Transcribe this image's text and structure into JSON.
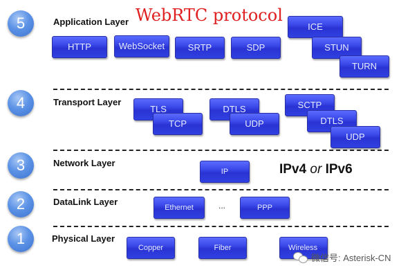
{
  "title": "WebRTC protocol",
  "layers": [
    {
      "number": "5",
      "label": "Application Layer",
      "protocols": [
        "HTTP",
        "WebSocket",
        "SRTP",
        "SDP"
      ],
      "stack": [
        "ICE",
        "STUN",
        "TURN"
      ]
    },
    {
      "number": "4",
      "label": "Transport Layer",
      "stack_a": [
        "TLS",
        "TCP"
      ],
      "stack_b": [
        "DTLS",
        "UDP"
      ],
      "stack_c": [
        "SCTP",
        "DTLS",
        "UDP"
      ]
    },
    {
      "number": "3",
      "label": "Network Layer",
      "protocols": [
        "IP"
      ],
      "note_a": "IPv4",
      "note_or": "or",
      "note_b": "IPv6"
    },
    {
      "number": "2",
      "label": "DataLink Layer",
      "protocols": [
        "Ethernet",
        "PPP"
      ],
      "ellipsis": "..."
    },
    {
      "number": "1",
      "label": "Physical Layer",
      "protocols": [
        "Copper",
        "Fiber",
        "Wireless"
      ]
    }
  ],
  "watermark": "微信号: Asterisk-CN",
  "colors": {
    "title": "#e02020",
    "box": "#3a47e8",
    "circle": "#5d93e6"
  }
}
